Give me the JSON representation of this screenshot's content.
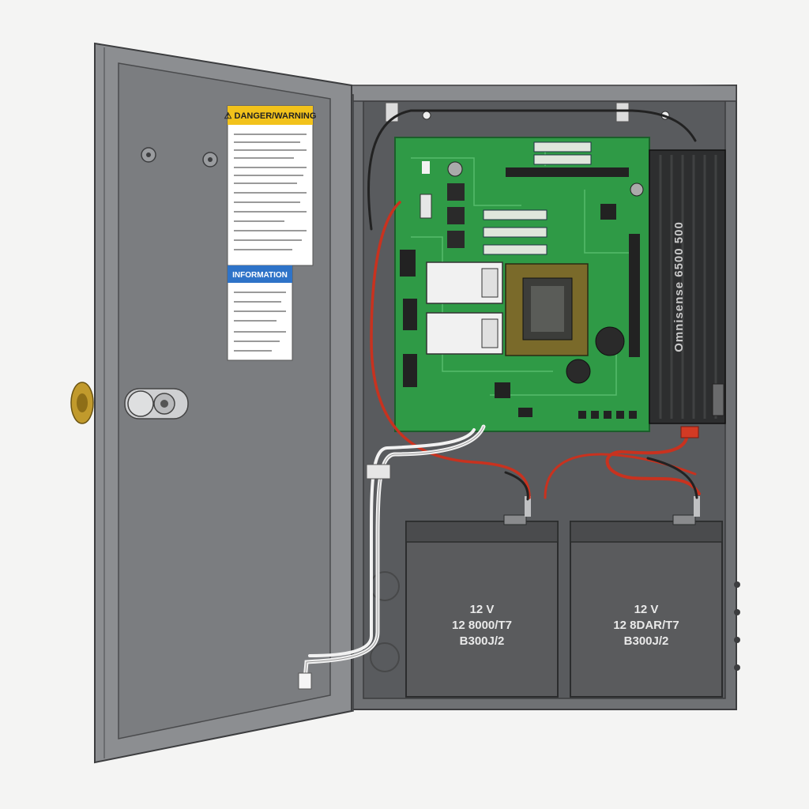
{
  "door": {
    "warning_label": {
      "title": "⚠ DANGER/WARNING",
      "color": "#f2c21b"
    },
    "info_label": {
      "title": "INFORMATION",
      "color": "#2e73c8"
    }
  },
  "inverter": {
    "label": "Omnisense 6500 500"
  },
  "batteries": [
    {
      "lines": [
        "12 V",
        "12 8000/T7",
        "B300J/2"
      ]
    },
    {
      "lines": [
        "12 V",
        "12 8DAR/T7",
        "B300J/2"
      ]
    }
  ],
  "colors": {
    "enclosure": "#7d7f82",
    "enclosure_dark": "#5d5f62",
    "pcb": "#2f9a46",
    "battery": "#5a5b5d",
    "wire_red": "#c8321f",
    "wire_white": "#f2f2f2"
  }
}
